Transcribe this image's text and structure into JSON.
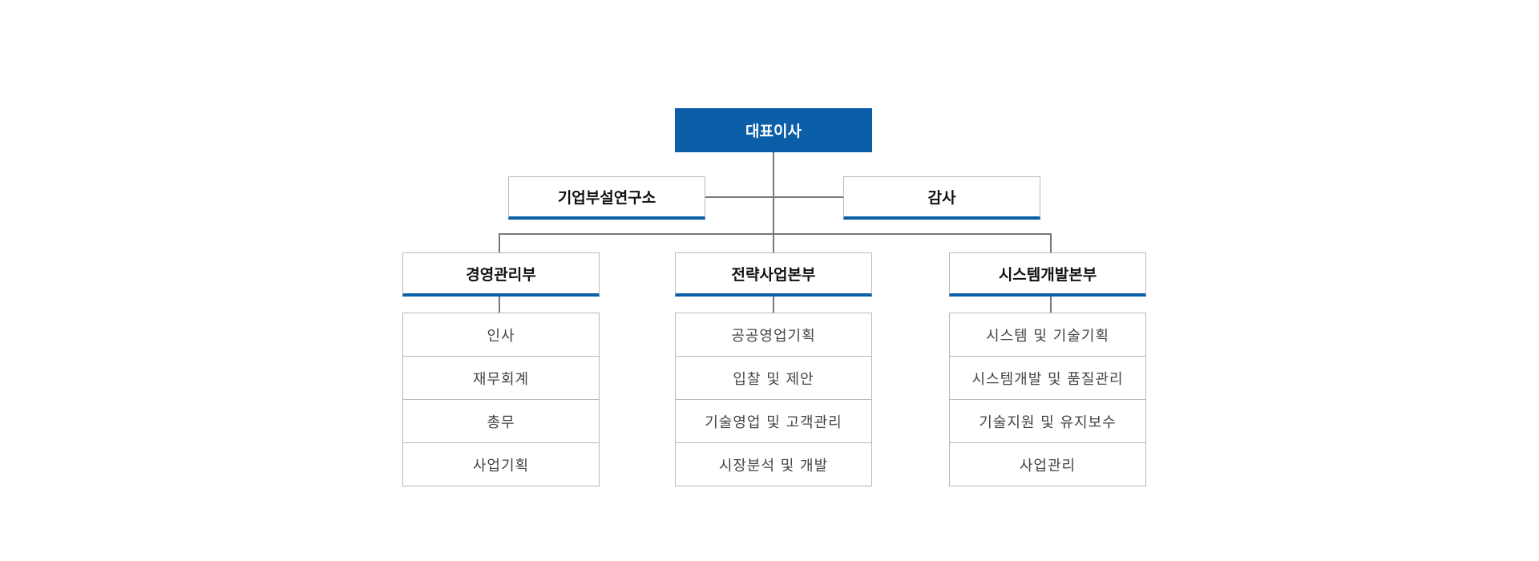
{
  "ceo": "대표이사",
  "side_units": {
    "left": "기업부설연구소",
    "right": "감사"
  },
  "divisions": [
    {
      "name": "경영관리부",
      "teams": [
        "인사",
        "재무회계",
        "총무",
        "사업기획"
      ]
    },
    {
      "name": "전략사업본부",
      "teams": [
        "공공영업기획",
        "입찰 및 제안",
        "기술영업 및 고객관리",
        "시장분석 및 개발"
      ]
    },
    {
      "name": "시스템개발본부",
      "teams": [
        "시스템 및 기술기획",
        "시스템개발 및 품질관리",
        "기술지원 및 유지보수",
        "사업관리"
      ]
    }
  ],
  "colors": {
    "primary": "#0b5ea8",
    "line": "#777777",
    "border": "#b9b9b9"
  }
}
